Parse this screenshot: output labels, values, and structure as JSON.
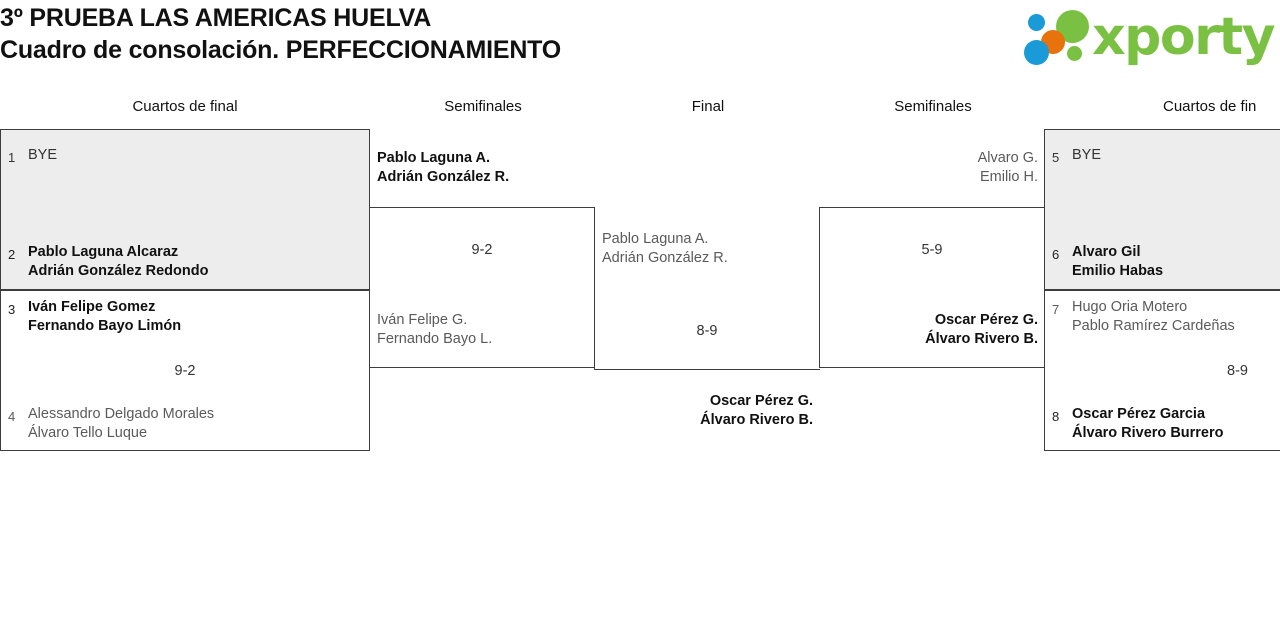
{
  "header": {
    "title_line1": "3º PRUEBA LAS AMERICAS HUELVA",
    "title_line2": "Cuadro de consolación. PERFECCIONAMIENTO",
    "logo_text": "xporty"
  },
  "round_headers": [
    {
      "label": "Cuartos de final"
    },
    {
      "label": "Semifinales"
    },
    {
      "label": "Final"
    },
    {
      "label": "Semifinales"
    },
    {
      "label": "Cuartos de fin"
    }
  ],
  "left_quarterfinals": [
    {
      "score": "",
      "top": {
        "seed": "1",
        "line1": "BYE",
        "line2": "",
        "state": "bye"
      },
      "bottom": {
        "seed": "2",
        "line1": "Pablo Laguna Alcaraz",
        "line2": "Adrián González Redondo",
        "state": "winner"
      }
    },
    {
      "score": "9-2",
      "top": {
        "seed": "3",
        "line1": "Iván Felipe Gomez",
        "line2": "Fernando Bayo Limón",
        "state": "winner"
      },
      "bottom": {
        "seed": "4",
        "line1": "Alessandro Delgado Morales",
        "line2": "Álvaro Tello Luque",
        "state": "loser"
      }
    }
  ],
  "left_semifinal": {
    "score": "9-2",
    "top": {
      "line1": "Pablo Laguna A.",
      "line2": "Adrián González R.",
      "state": "winner"
    },
    "bottom": {
      "line1": "Iván Felipe G.",
      "line2": "Fernando Bayo L.",
      "state": "loser"
    }
  },
  "final": {
    "score": "8-9",
    "top": {
      "line1": "Pablo Laguna A.",
      "line2": "Adrián González R.",
      "state": "loser"
    },
    "bottom": {
      "line1": "Oscar Pérez G.",
      "line2": "Álvaro Rivero B.",
      "state": "winner"
    }
  },
  "right_semifinal": {
    "score": "5-9",
    "top": {
      "line1": "Alvaro G.",
      "line2": "Emilio H.",
      "state": "loser"
    },
    "bottom": {
      "line1": "Oscar Pérez G.",
      "line2": "Álvaro Rivero B.",
      "state": "winner"
    }
  },
  "right_quarterfinals": [
    {
      "score": "",
      "top": {
        "seed": "5",
        "line1": "BYE",
        "line2": "",
        "state": "bye"
      },
      "bottom": {
        "seed": "6",
        "line1": "Alvaro Gil",
        "line2": "Emilio Habas",
        "state": "winner"
      }
    },
    {
      "score": "8-9",
      "top": {
        "seed": "7",
        "line1": "Hugo Oria Motero",
        "line2": "Pablo Ramírez Cardeñas",
        "state": "loser"
      },
      "bottom": {
        "seed": "8",
        "line1": "Oscar Pérez Garcia",
        "line2": "Álvaro Rivero Burrero",
        "state": "winner"
      }
    }
  ]
}
